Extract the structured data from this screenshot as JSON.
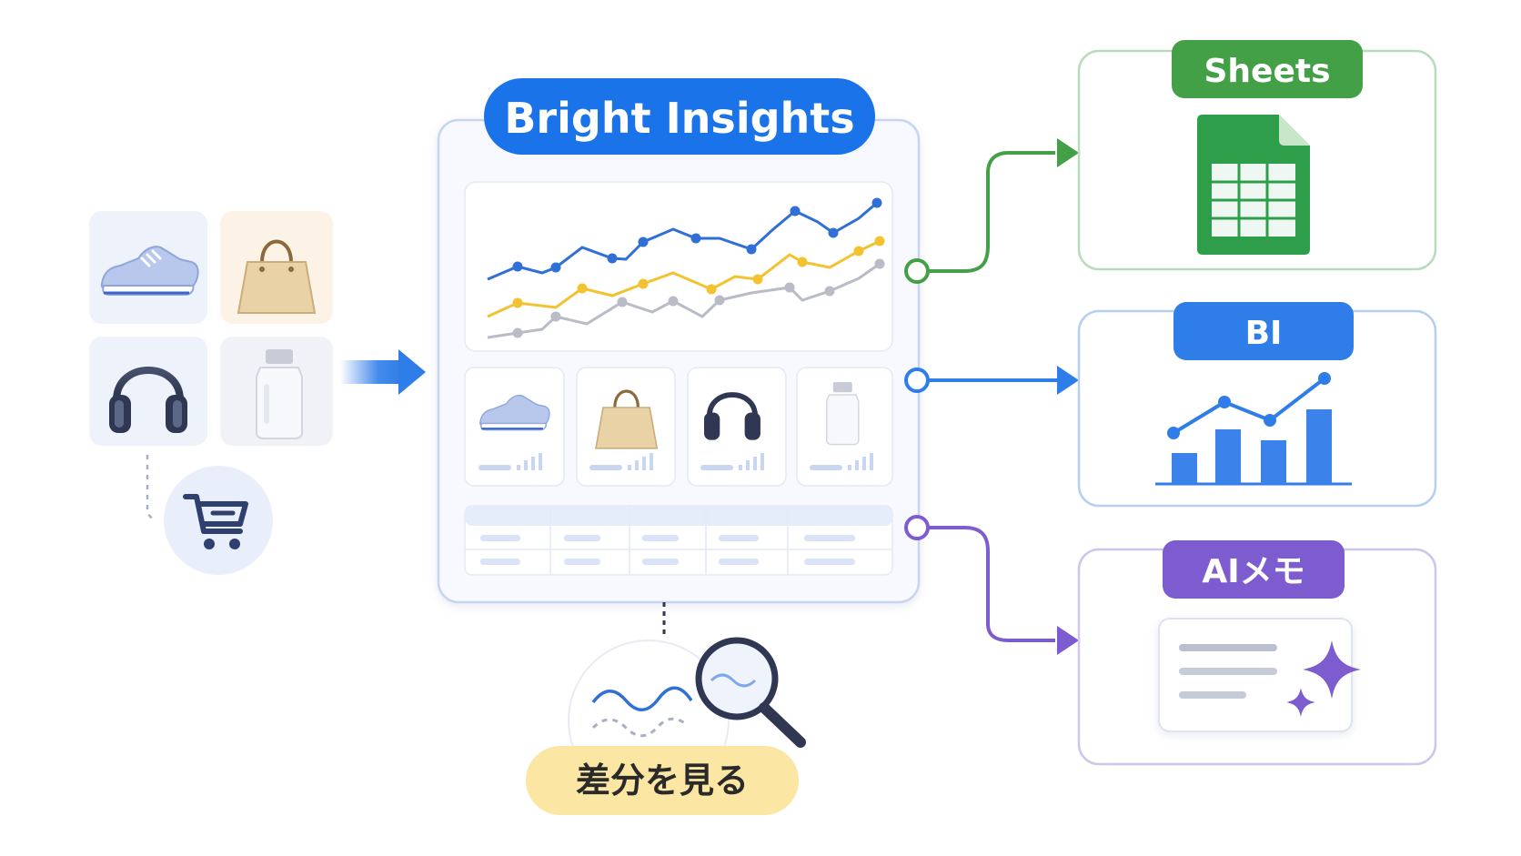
{
  "dashboard": {
    "title": "Bright Insights"
  },
  "outputs": {
    "sheets_label": "Sheets",
    "bi_label": "BI",
    "ai_memo_label": "AIメモ"
  },
  "diff": {
    "label": "差分を見る"
  },
  "colors": {
    "brand_blue": "#1a73e8",
    "sheets_green": "#43a047",
    "bi_blue": "#2f7de8",
    "ai_purple": "#7c5ccf",
    "diff_yellow": "#fbe6a3",
    "series_blue": "#2f6fd6",
    "series_yellow": "#f2c230",
    "series_gray": "#b9bcc6"
  },
  "icons": {
    "products": [
      "sneaker-icon",
      "handbag-icon",
      "headphones-icon",
      "bottle-icon"
    ],
    "cart": "shopping-cart-icon",
    "magnifier": "magnifier-icon",
    "spreadsheet": "spreadsheet-icon",
    "sparkle": "sparkle-icon"
  }
}
